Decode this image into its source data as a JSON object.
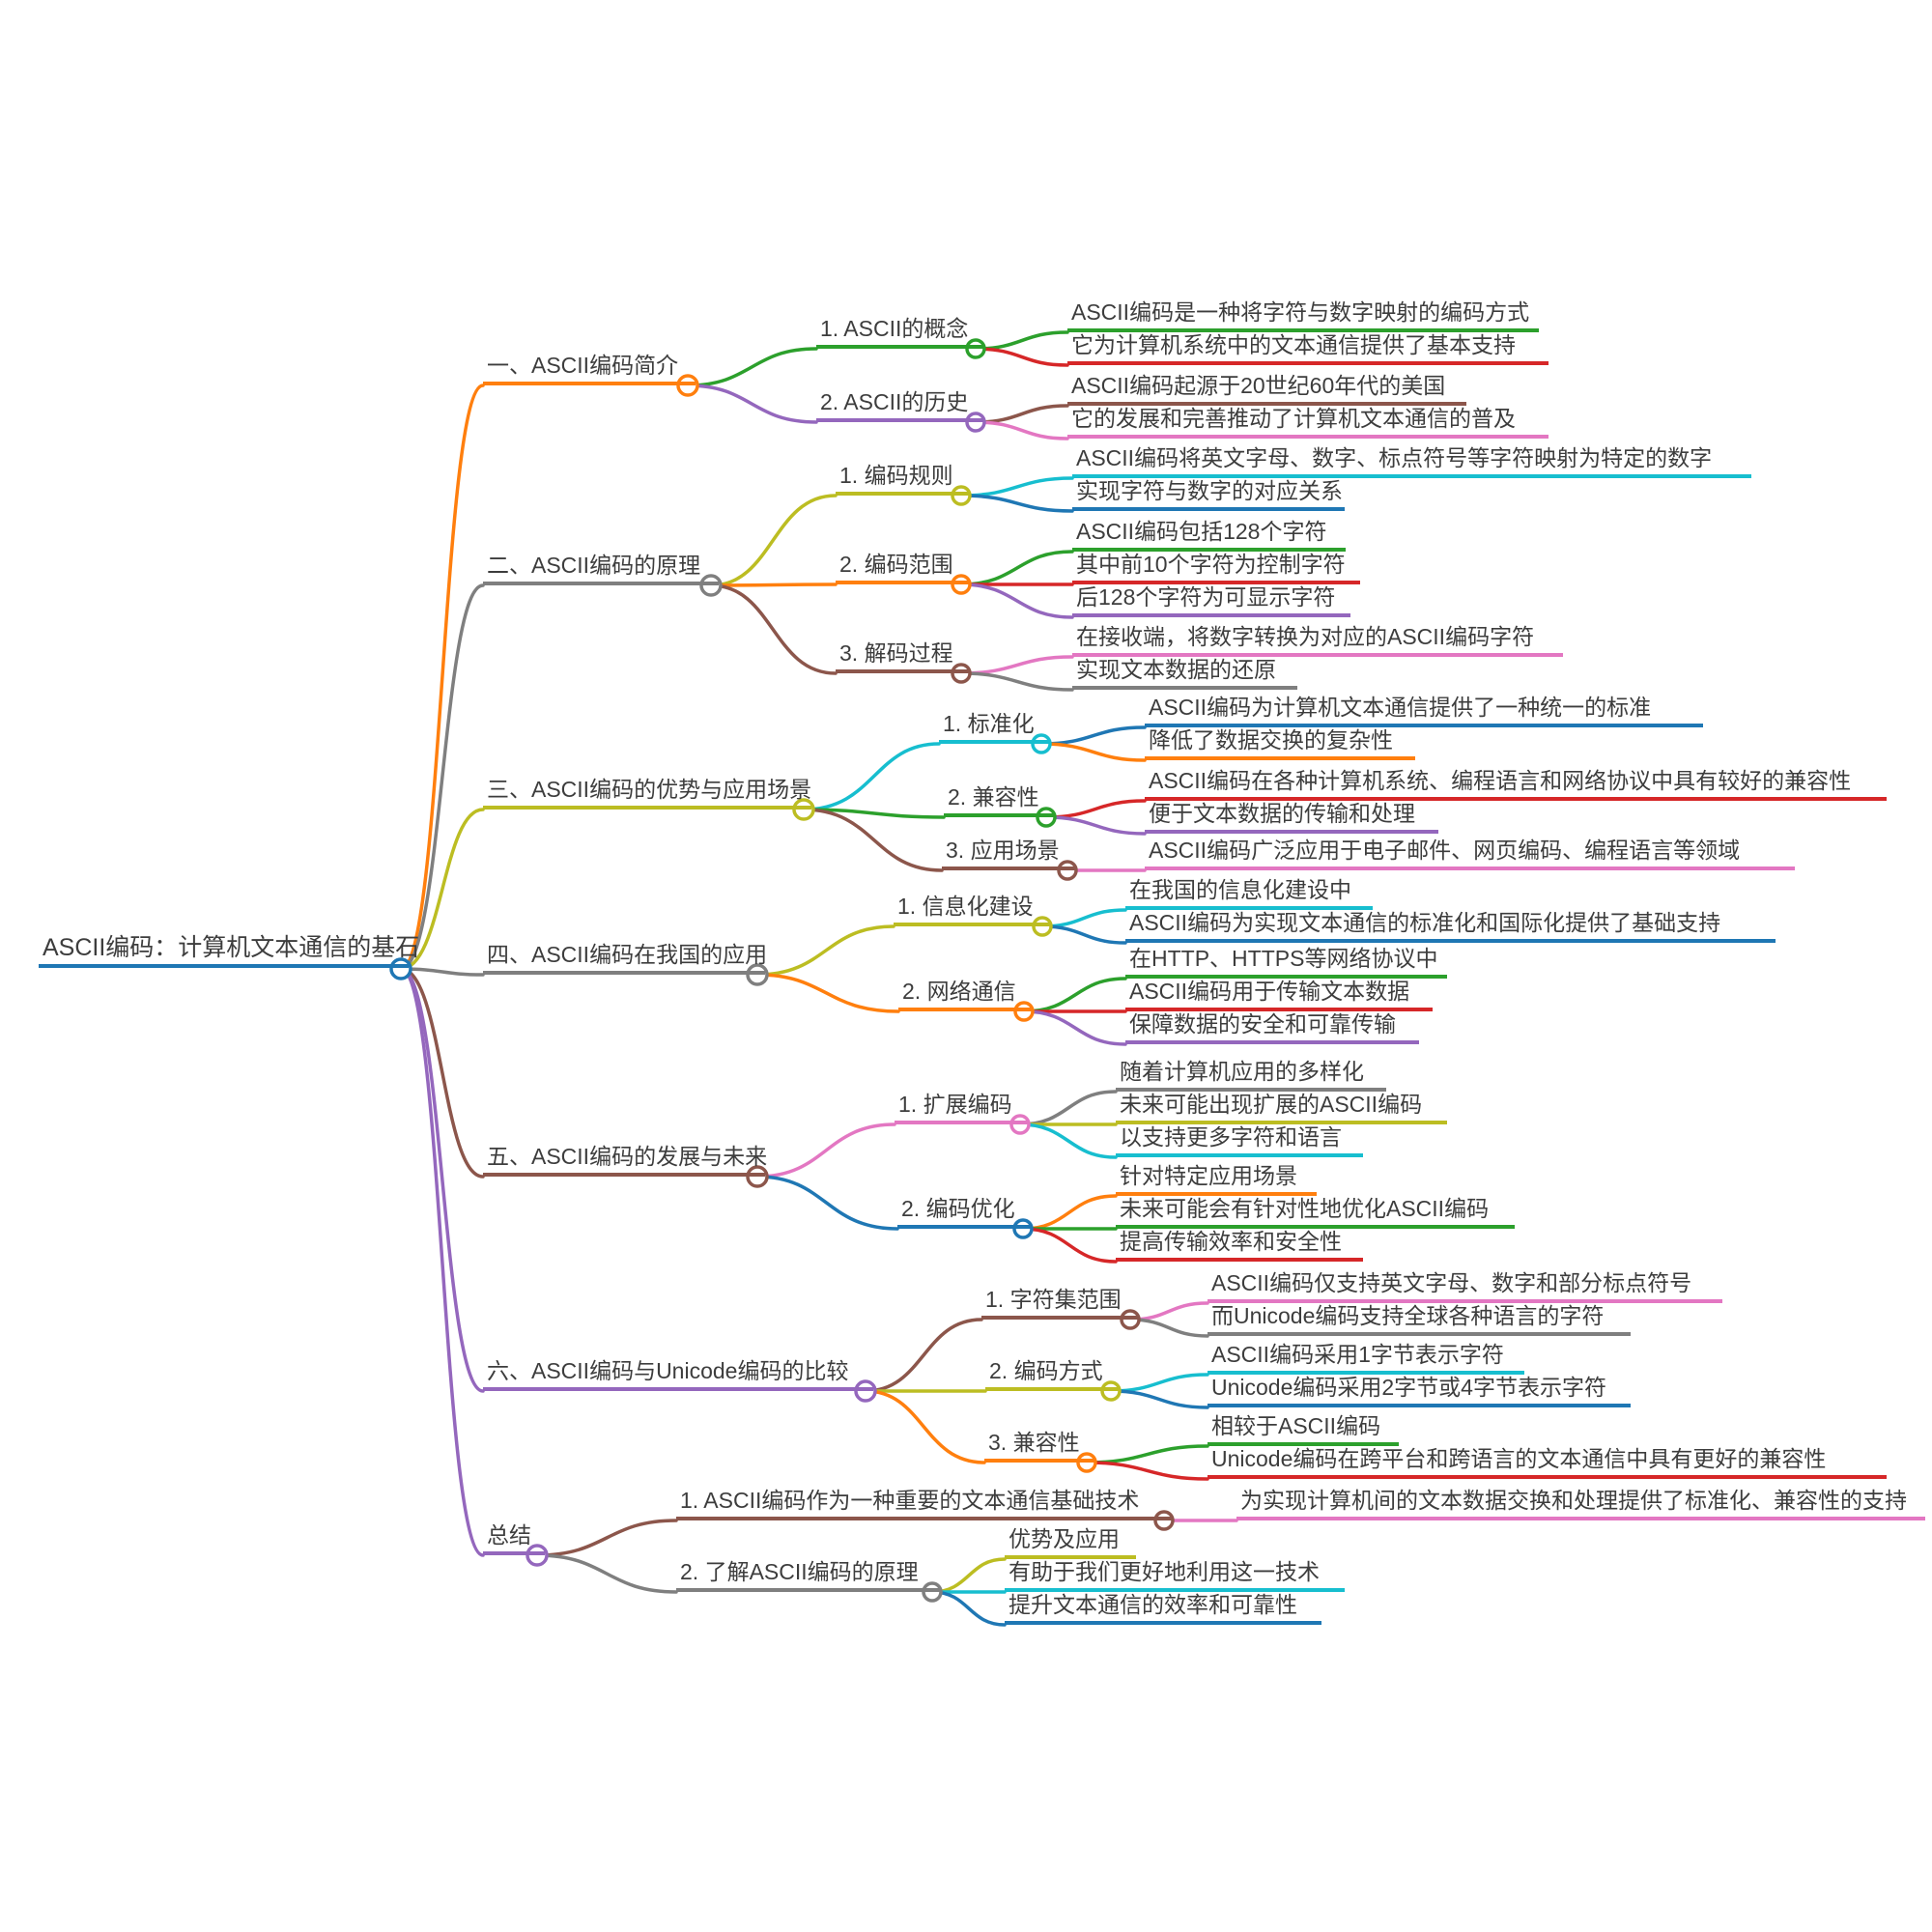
{
  "root": {
    "label": "ASCII编码：计算机文本通信的基石",
    "color": "#1f77b4"
  },
  "palette": [
    "#1f77b4",
    "#ff7f0e",
    "#2ca02c",
    "#d62728",
    "#9467bd",
    "#8c564b",
    "#e377c2",
    "#7f7f7f",
    "#bcbd22",
    "#17becf"
  ],
  "branches": [
    {
      "label": "一、ASCII编码简介",
      "color": "#ff7f0e",
      "children": [
        {
          "label": "1. ASCII的概念",
          "color": "#2ca02c",
          "leaves": [
            {
              "label": "ASCII编码是一种将字符与数字映射的编码方式",
              "color": "#2ca02c"
            },
            {
              "label": "它为计算机系统中的文本通信提供了基本支持",
              "color": "#d62728"
            }
          ]
        },
        {
          "label": "2. ASCII的历史",
          "color": "#9467bd",
          "leaves": [
            {
              "label": "ASCII编码起源于20世纪60年代的美国",
              "color": "#8c564b"
            },
            {
              "label": "它的发展和完善推动了计算机文本通信的普及",
              "color": "#e377c2"
            }
          ]
        }
      ]
    },
    {
      "label": "二、ASCII编码的原理",
      "color": "#7f7f7f",
      "children": [
        {
          "label": "1. 编码规则",
          "color": "#bcbd22",
          "leaves": [
            {
              "label": "ASCII编码将英文字母、数字、标点符号等字符映射为特定的数字",
              "color": "#17becf"
            },
            {
              "label": "实现字符与数字的对应关系",
              "color": "#1f77b4"
            }
          ]
        },
        {
          "label": "2. 编码范围",
          "color": "#ff7f0e",
          "leaves": [
            {
              "label": "ASCII编码包括128个字符",
              "color": "#2ca02c"
            },
            {
              "label": "其中前10个字符为控制字符",
              "color": "#d62728"
            },
            {
              "label": "后128个字符为可显示字符",
              "color": "#9467bd"
            }
          ]
        },
        {
          "label": "3. 解码过程",
          "color": "#8c564b",
          "leaves": [
            {
              "label": "在接收端，将数字转换为对应的ASCII编码字符",
              "color": "#e377c2"
            },
            {
              "label": "实现文本数据的还原",
              "color": "#7f7f7f"
            }
          ]
        }
      ]
    },
    {
      "label": "三、ASCII编码的优势与应用场景",
      "color": "#bcbd22",
      "children": [
        {
          "label": "1. 标准化",
          "color": "#17becf",
          "leaves": [
            {
              "label": "ASCII编码为计算机文本通信提供了一种统一的标准",
              "color": "#1f77b4"
            },
            {
              "label": "降低了数据交换的复杂性",
              "color": "#ff7f0e"
            }
          ]
        },
        {
          "label": "2. 兼容性",
          "color": "#2ca02c",
          "leaves": [
            {
              "label": "ASCII编码在各种计算机系统、编程语言和网络协议中具有较好的兼容性",
              "color": "#d62728"
            },
            {
              "label": "便于文本数据的传输和处理",
              "color": "#9467bd"
            }
          ]
        },
        {
          "label": "3. 应用场景",
          "color": "#8c564b",
          "leaves": [
            {
              "label": "ASCII编码广泛应用于电子邮件、网页编码、编程语言等领域",
              "color": "#e377c2"
            }
          ]
        }
      ]
    },
    {
      "label": "四、ASCII编码在我国的应用",
      "color": "#7f7f7f",
      "children": [
        {
          "label": "1. 信息化建设",
          "color": "#bcbd22",
          "leaves": [
            {
              "label": "在我国的信息化建设中",
              "color": "#17becf"
            },
            {
              "label": "ASCII编码为实现文本通信的标准化和国际化提供了基础支持",
              "color": "#1f77b4"
            }
          ]
        },
        {
          "label": "2. 网络通信",
          "color": "#ff7f0e",
          "leaves": [
            {
              "label": "在HTTP、HTTPS等网络协议中",
              "color": "#2ca02c"
            },
            {
              "label": "ASCII编码用于传输文本数据",
              "color": "#d62728"
            },
            {
              "label": "保障数据的安全和可靠传输",
              "color": "#9467bd"
            }
          ]
        }
      ]
    },
    {
      "label": "五、ASCII编码的发展与未来",
      "color": "#8c564b",
      "children": [
        {
          "label": "1. 扩展编码",
          "color": "#e377c2",
          "leaves": [
            {
              "label": "随着计算机应用的多样化",
              "color": "#7f7f7f"
            },
            {
              "label": "未来可能出现扩展的ASCII编码",
              "color": "#bcbd22"
            },
            {
              "label": "以支持更多字符和语言",
              "color": "#17becf"
            }
          ]
        },
        {
          "label": "2. 编码优化",
          "color": "#1f77b4",
          "leaves": [
            {
              "label": "针对特定应用场景",
              "color": "#ff7f0e"
            },
            {
              "label": "未来可能会有针对性地优化ASCII编码",
              "color": "#2ca02c"
            },
            {
              "label": "提高传输效率和安全性",
              "color": "#d62728"
            }
          ]
        }
      ]
    },
    {
      "label": "六、ASCII编码与Unicode编码的比较",
      "color": "#9467bd",
      "children": [
        {
          "label": "1. 字符集范围",
          "color": "#8c564b",
          "leaves": [
            {
              "label": "ASCII编码仅支持英文字母、数字和部分标点符号",
              "color": "#e377c2"
            },
            {
              "label": "而Unicode编码支持全球各种语言的字符",
              "color": "#7f7f7f"
            }
          ]
        },
        {
          "label": "2. 编码方式",
          "color": "#bcbd22",
          "leaves": [
            {
              "label": "ASCII编码采用1字节表示字符",
              "color": "#17becf"
            },
            {
              "label": "Unicode编码采用2字节或4字节表示字符",
              "color": "#1f77b4"
            }
          ]
        },
        {
          "label": "3. 兼容性",
          "color": "#ff7f0e",
          "leaves": [
            {
              "label": "相较于ASCII编码",
              "color": "#2ca02c"
            },
            {
              "label": "Unicode编码在跨平台和跨语言的文本通信中具有更好的兼容性",
              "color": "#d62728"
            }
          ]
        }
      ]
    },
    {
      "label": "总结",
      "color": "#9467bd",
      "children": [
        {
          "label": "1. ASCII编码作为一种重要的文本通信基础技术",
          "color": "#8c564b",
          "leaves": [
            {
              "label": "为实现计算机间的文本数据交换和处理提供了标准化、兼容性的支持",
              "color": "#e377c2"
            }
          ]
        },
        {
          "label": "2. 了解ASCII编码的原理",
          "color": "#7f7f7f",
          "leaves": [
            {
              "label": "优势及应用",
              "color": "#bcbd22"
            },
            {
              "label": "有助于我们更好地利用这一技术",
              "color": "#17becf"
            },
            {
              "label": "提升文本通信的效率和可靠性",
              "color": "#1f77b4"
            }
          ]
        }
      ]
    }
  ]
}
